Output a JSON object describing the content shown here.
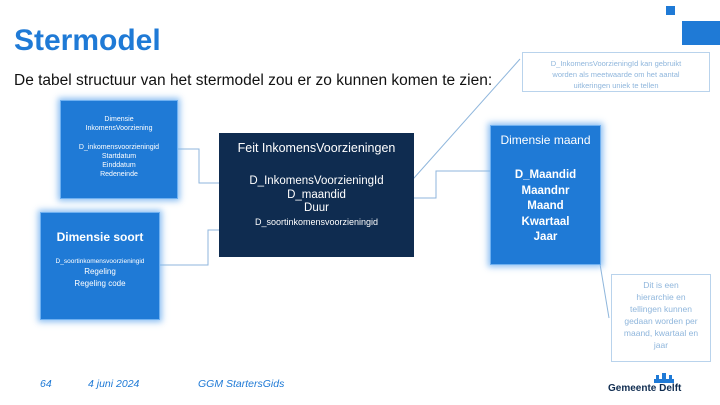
{
  "slide": {
    "title": "Stermodel",
    "subtitle": "De tabel structuur van het stermodel zou er zo kunnen komen te zien:"
  },
  "dim_inkomens": {
    "line1": "Dimensie",
    "line2": "InkomensVoorziening",
    "field1": "D_inkomensvoorzieningid",
    "field2": "Startdatum",
    "field3": "Einddatum",
    "field4": "Redeneinde"
  },
  "dim_soort": {
    "title": "Dimensie soort",
    "field1": "D_soortinkomensvoorzieningid",
    "field2": "Regeling",
    "field3": "Regeling code"
  },
  "fact": {
    "title": "Feit InkomensVoorzieningen",
    "field1": "D_InkomensVoorzieningId",
    "field2": "D_maandid",
    "field3": "Duur",
    "field4": "D_soortinkomensvoorzieningid"
  },
  "dim_maand": {
    "title": "Dimensie maand",
    "field1": "D_Maandid",
    "field2": "Maandnr",
    "field3": "Maand",
    "field4": "Kwartaal",
    "field5": "Jaar"
  },
  "notes": {
    "top": [
      "D_InkomensVoorzieningId kan gebruikt",
      "worden als meetwaarde om het aantal",
      "uitkeringen uniek te tellen"
    ],
    "right": [
      "Dit is een",
      "hierarchie en",
      "tellingen kunnen",
      "gedaan worden per",
      "maand, kwartaal en",
      "jaar"
    ]
  },
  "footer": {
    "page": "64",
    "date": "4 juni 2024",
    "guide": "GGM StartersGids"
  },
  "logo": {
    "text": "Gemeente Delft"
  },
  "colors": {
    "accent": "#1f7ad6",
    "fact_bg": "#0f2c50",
    "note": "#8fb6dc"
  }
}
